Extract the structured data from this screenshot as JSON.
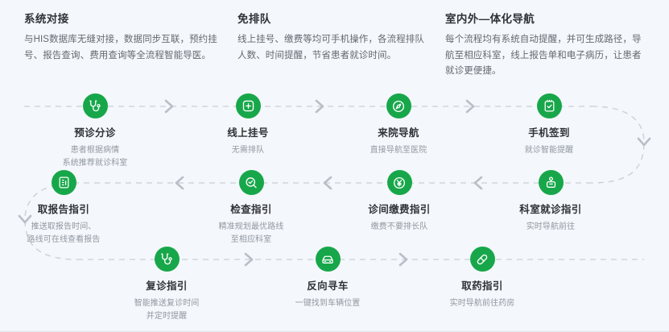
{
  "theme": {
    "background": "#f4f7fb",
    "accent_green": "#17a74a",
    "title_color": "#2f3338",
    "body_color": "#646a72",
    "muted_color": "#9198a1",
    "connector_color": "#c9ced6"
  },
  "features": [
    {
      "title": "系统对接",
      "desc": "与HIS数据库无缝对接，数据同步互联，预约挂号、报告查询、费用查询等全流程智能导医。"
    },
    {
      "title": "免排队",
      "desc": "线上挂号、缴费等均可手机操作，各流程排队人数、时间提醒，节省患者就诊时间。"
    },
    {
      "title": "室内外—体化导航",
      "desc": "每个流程均有系统自动提醒，并可生成路径，导航至相应科室，线上报告单和电子病历，让患者就诊更便捷。"
    }
  ],
  "flow": {
    "rows": [
      {
        "direction": "ltr",
        "nodes": [
          {
            "icon": "stethoscope-icon",
            "title": "预诊分诊",
            "sub": "患者根据病情\n系统推荐就诊科室"
          },
          {
            "icon": "plus-square-icon",
            "title": "线上挂号",
            "sub": "无需排队"
          },
          {
            "icon": "compass-icon",
            "title": "来院导航",
            "sub": "直接导航至医院"
          },
          {
            "icon": "clipboard-check-icon",
            "title": "手机签到",
            "sub": "就诊智能提醒"
          }
        ]
      },
      {
        "direction": "rtl",
        "nodes": [
          {
            "icon": "report-document-icon",
            "title": "取报告指引",
            "sub": "推送取报告时间、\n路线可在线查看报告"
          },
          {
            "icon": "search-check-icon",
            "title": "检查指引",
            "sub": "精准规划最优路线\n至相应科室"
          },
          {
            "icon": "yuan-payment-icon",
            "title": "诊间缴费指引",
            "sub": "缴费不要排长队"
          },
          {
            "icon": "doctor-person-icon",
            "title": "科室就诊指引",
            "sub": "实时导航前往"
          }
        ]
      },
      {
        "direction": "ltr",
        "nodes": [
          {
            "icon": "stethoscope-icon",
            "title": "复诊指引",
            "sub": "智能推送复诊时间\n并定时提醒"
          },
          {
            "icon": "car-icon",
            "title": "反向寻车",
            "sub": "一键找到车辆位置"
          },
          {
            "icon": "pill-capsule-icon",
            "title": "取药指引",
            "sub": "实时导航前往药房"
          }
        ]
      }
    ]
  }
}
